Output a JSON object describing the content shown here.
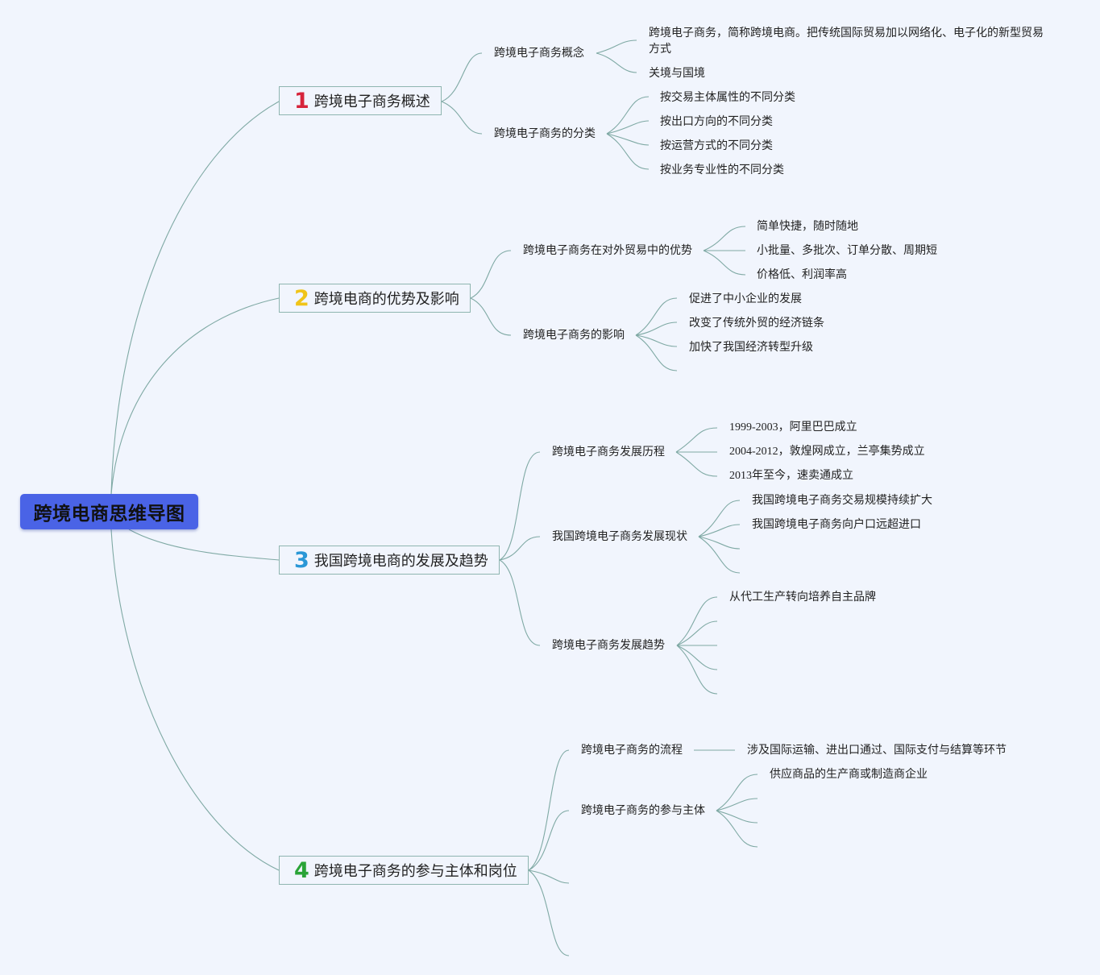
{
  "root": {
    "title": "跨境电商思维导图"
  },
  "branches": [
    {
      "number": "1",
      "color": "#d6243b",
      "title": "跨境电子商务概述",
      "children": [
        {
          "label": "跨境电子商务概念",
          "items": [
            "跨境电子商务，简称跨境电商。把传统国际贸易加以网络化、电子化的新型贸易方式",
            "关境与国境"
          ]
        },
        {
          "label": "跨境电子商务的分类",
          "items": [
            "按交易主体属性的不同分类",
            "按出口方向的不同分类",
            "按运营方式的不同分类",
            "按业务专业性的不同分类"
          ]
        }
      ]
    },
    {
      "number": "2",
      "color": "#f0c419",
      "title": "跨境电商的优势及影响",
      "children": [
        {
          "label": "跨境电子商务在对外贸易中的优势",
          "items": [
            "简单快捷，随时随地",
            "小批量、多批次、订单分散、周期短",
            "价格低、利润率高"
          ]
        },
        {
          "label": "跨境电子商务的影响",
          "items": [
            "促进了中小企业的发展",
            "改变了传统外贸的经济链条",
            "加快了我国经济转型升级"
          ]
        }
      ]
    },
    {
      "number": "3",
      "color": "#2a97d6",
      "title": "我国跨境电商的发展及趋势",
      "children": [
        {
          "label": "跨境电子商务发展历程",
          "items": [
            "1999-2003，阿里巴巴成立",
            "2004-2012，敦煌网成立，兰亭集势成立",
            "2013年至今，速卖通成立"
          ]
        },
        {
          "label": "我国跨境电子商务发展现状",
          "items": [
            "我国跨境电子商务交易规模持续扩大",
            "我国跨境电子商务向户口远超进口"
          ]
        },
        {
          "label": "跨境电子商务发展趋势",
          "items": [
            "从代工生产转向培养自主品牌"
          ]
        }
      ]
    },
    {
      "number": "4",
      "color": "#2aa437",
      "title": "跨境电子商务的参与主体和岗位",
      "children": [
        {
          "label": "跨境电子商务的流程",
          "items": [
            "涉及国际运输、进出口通过、国际支付与结算等环节"
          ]
        },
        {
          "label": "跨境电子商务的参与主体",
          "items": [
            "供应商品的生产商或制造商企业"
          ]
        }
      ]
    }
  ]
}
